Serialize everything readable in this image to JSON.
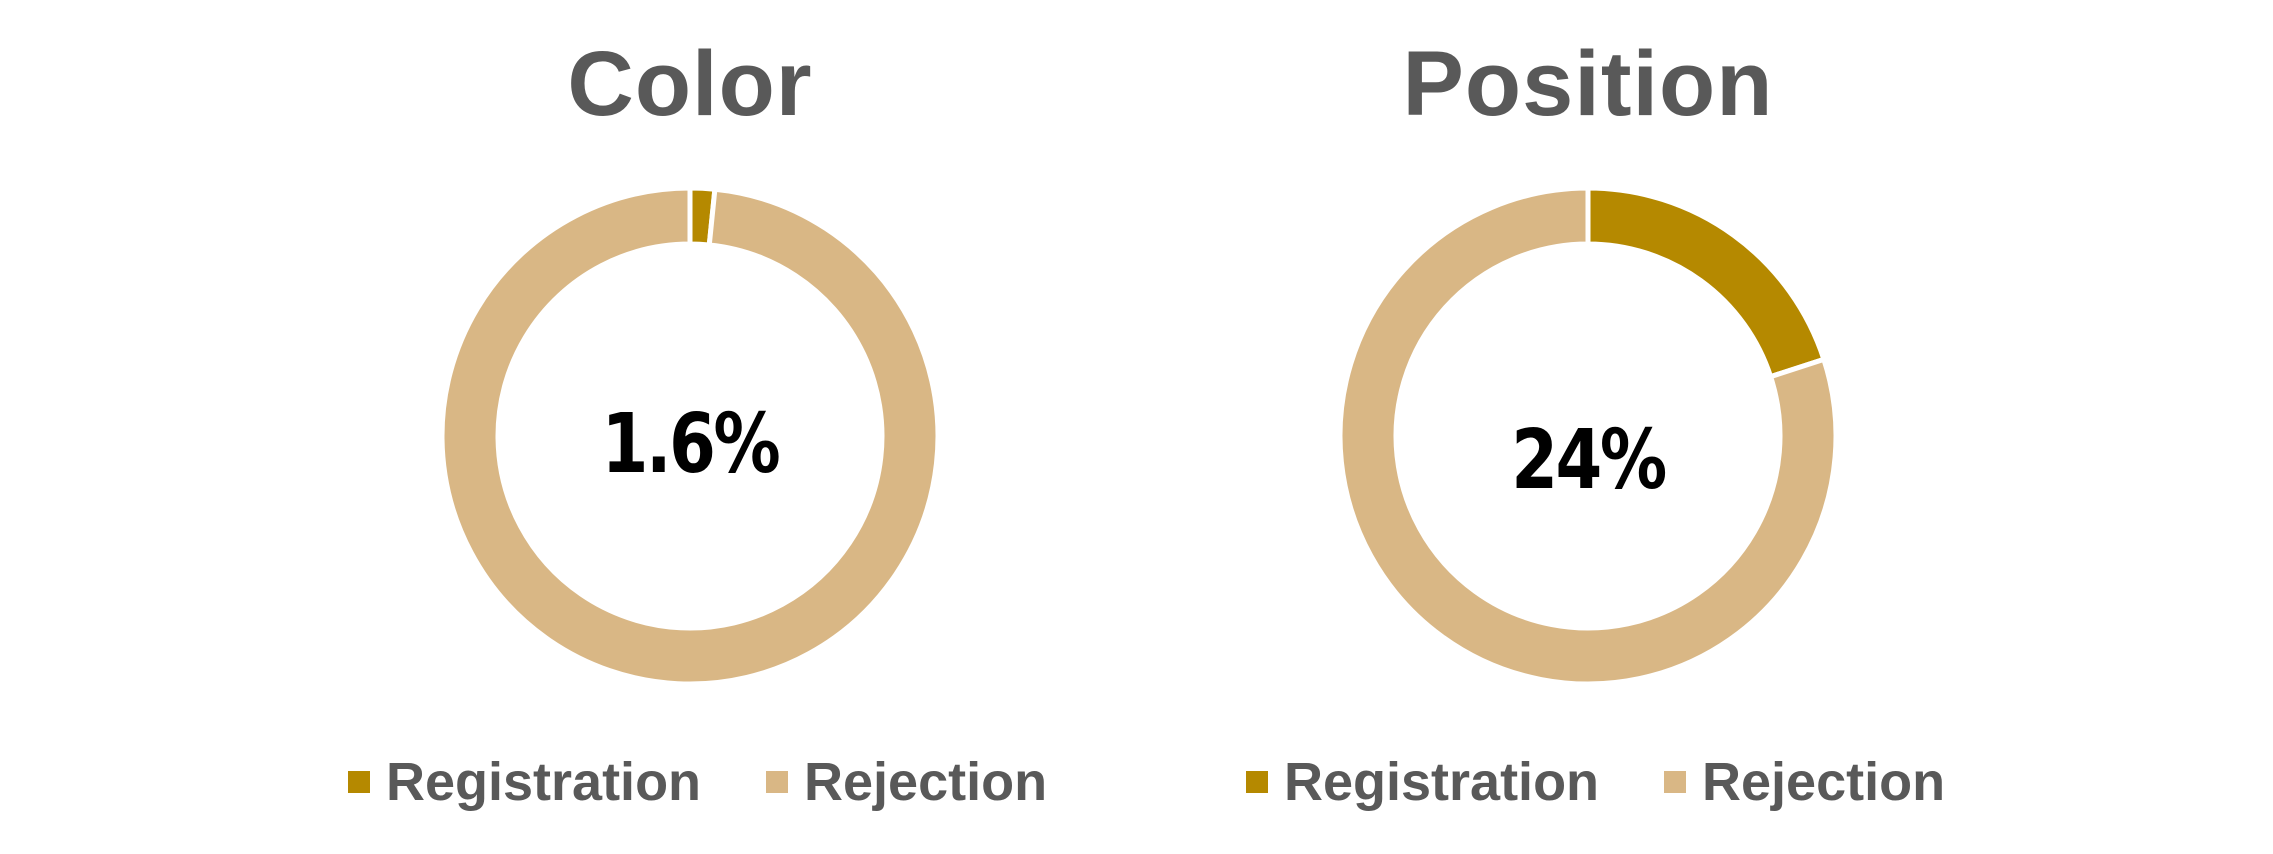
{
  "colors": {
    "registration": "#B58900",
    "rejection": "#D9B785",
    "separator": "#FFFFFF"
  },
  "chart_data": [
    {
      "type": "pie",
      "title": "Color",
      "center_label": "1.6%",
      "categories": [
        "Registration",
        "Rejection"
      ],
      "values": [
        1.6,
        98.4
      ],
      "legend": "bottom"
    },
    {
      "type": "pie",
      "title": "Position",
      "center_label": "24%",
      "categories": [
        "Registration",
        "Rejection"
      ],
      "values": [
        20,
        80
      ],
      "legend": "bottom"
    }
  ]
}
